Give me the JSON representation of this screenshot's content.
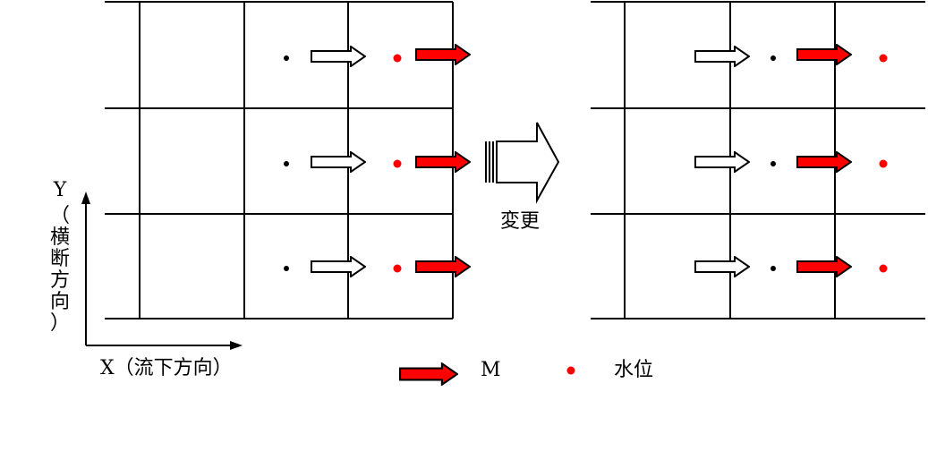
{
  "diagram": {
    "change_label": "変更",
    "y_axis": {
      "letter": "Y",
      "label_chars": [
        "（",
        "横",
        "断",
        "方",
        "向",
        "）"
      ]
    },
    "x_axis": {
      "label": "X（流下方向）"
    },
    "legend": {
      "arrow_label": "M",
      "dot_label": "水位"
    },
    "colors": {
      "flux_arrow": "#ff0000",
      "water_level_dot": "#ff0000",
      "line": "#000000",
      "hollow_arrow": "#ffffff"
    }
  }
}
